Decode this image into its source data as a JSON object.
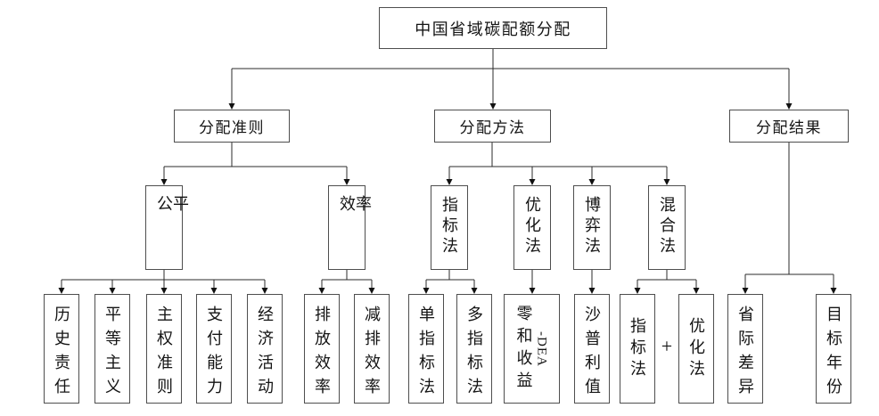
{
  "diagram": {
    "root": {
      "label": "中国省域碳配额分配"
    },
    "branches": [
      {
        "label": "分配准则",
        "children": [
          {
            "label": "公平",
            "children": [
              {
                "label": "历史责任"
              },
              {
                "label": "平等主义"
              },
              {
                "label": "主权准则"
              },
              {
                "label": "支付能力"
              },
              {
                "label": "经济活动"
              }
            ]
          },
          {
            "label": "效率",
            "children": [
              {
                "label": "排放效率"
              },
              {
                "label": "减排效率"
              }
            ]
          }
        ]
      },
      {
        "label": "分配方法",
        "children": [
          {
            "label": "指标法",
            "children": [
              {
                "label": "单指标法"
              },
              {
                "label": "多指标法"
              }
            ]
          },
          {
            "label": "优化法",
            "children": [
              {
                "label": "零和收益",
                "label_latin": "-DEA"
              }
            ]
          },
          {
            "label": "博弈法",
            "children": [
              {
                "label": "沙普利值"
              }
            ]
          },
          {
            "label": "混合法",
            "join_symbol": "+",
            "children": [
              {
                "label": "指标法"
              },
              {
                "label": "优化法"
              }
            ]
          }
        ]
      },
      {
        "label": "分配结果",
        "children": [
          {
            "label": "省际差异"
          },
          {
            "label": "目标年份"
          }
        ]
      }
    ]
  }
}
